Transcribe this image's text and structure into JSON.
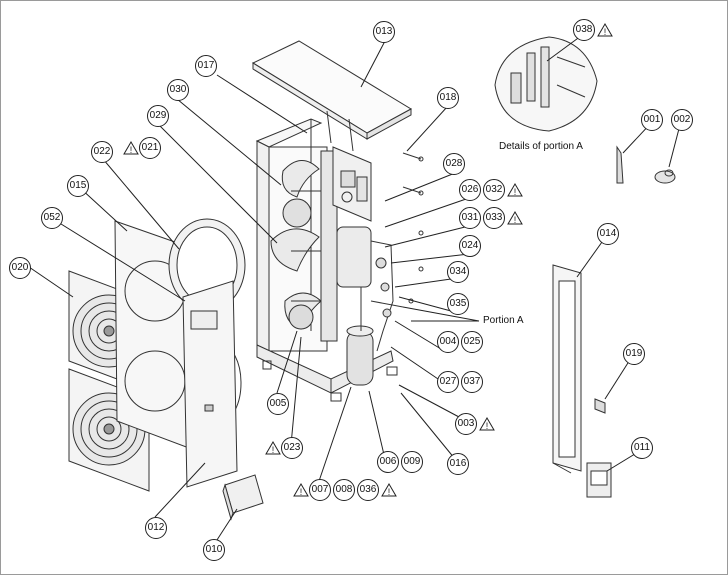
{
  "diagram": {
    "detail_caption": "Details of portion A",
    "portion_label": "Portion A",
    "callouts": {
      "c001": "001",
      "c002": "002",
      "c003": "003",
      "c004": "004",
      "c005": "005",
      "c006": "006",
      "c007": "007",
      "c008": "008",
      "c009": "009",
      "c010": "010",
      "c011": "011",
      "c012": "012",
      "c013": "013",
      "c014": "014",
      "c015": "015",
      "c016": "016",
      "c017": "017",
      "c018": "018",
      "c019": "019",
      "c020": "020",
      "c021": "021",
      "c022": "022",
      "c023": "023",
      "c024": "024",
      "c025": "025",
      "c026": "026",
      "c027": "027",
      "c028": "028",
      "c029": "029",
      "c030": "030",
      "c031": "031",
      "c032": "032",
      "c033": "033",
      "c034": "034",
      "c035": "035",
      "c036": "036",
      "c037": "037",
      "c038": "038",
      "c052": "052"
    }
  }
}
